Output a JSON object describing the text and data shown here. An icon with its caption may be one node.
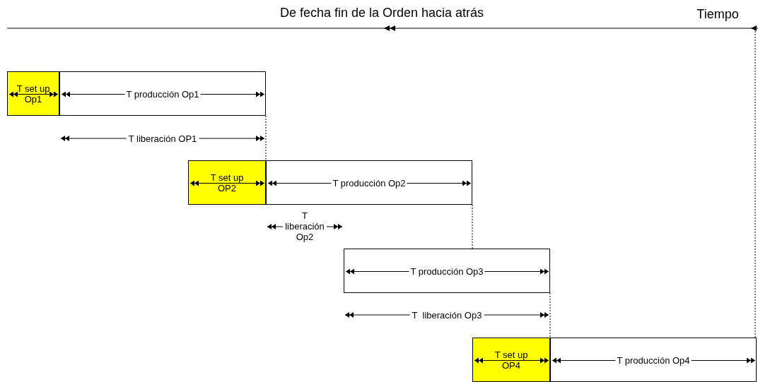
{
  "diagram": {
    "nodes": [
      {
        "text": [
          "T set up Op1"
        ]
      },
      {
        "text": [
          "T producción Op1"
        ]
      },
      {
        "text": [
          "T set up OP2"
        ]
      },
      {
        "text": [
          "T producción Op2"
        ]
      },
      {
        "text": [
          "T producción Op3"
        ]
      },
      {
        "text": [
          "T set up OP4"
        ]
      },
      {
        "text": [
          "T producción Op4"
        ]
      }
    ],
    "edges": [
      {
        "from": 1,
        "to": 2,
        "arrow": "none",
        "style": "dashed"
      },
      {
        "from": 3,
        "to": 4,
        "arrow": "none",
        "style": "dashed"
      },
      {
        "from": 4,
        "to": 5,
        "arrow": "none",
        "style": "dashed"
      }
    ],
    "labels": [
      "De fecha fin de la Orden hacia atrás",
      "Tiempo",
      "T liberación OP1",
      "T liberación Op2",
      "T  liberación Op3"
    ]
  }
}
